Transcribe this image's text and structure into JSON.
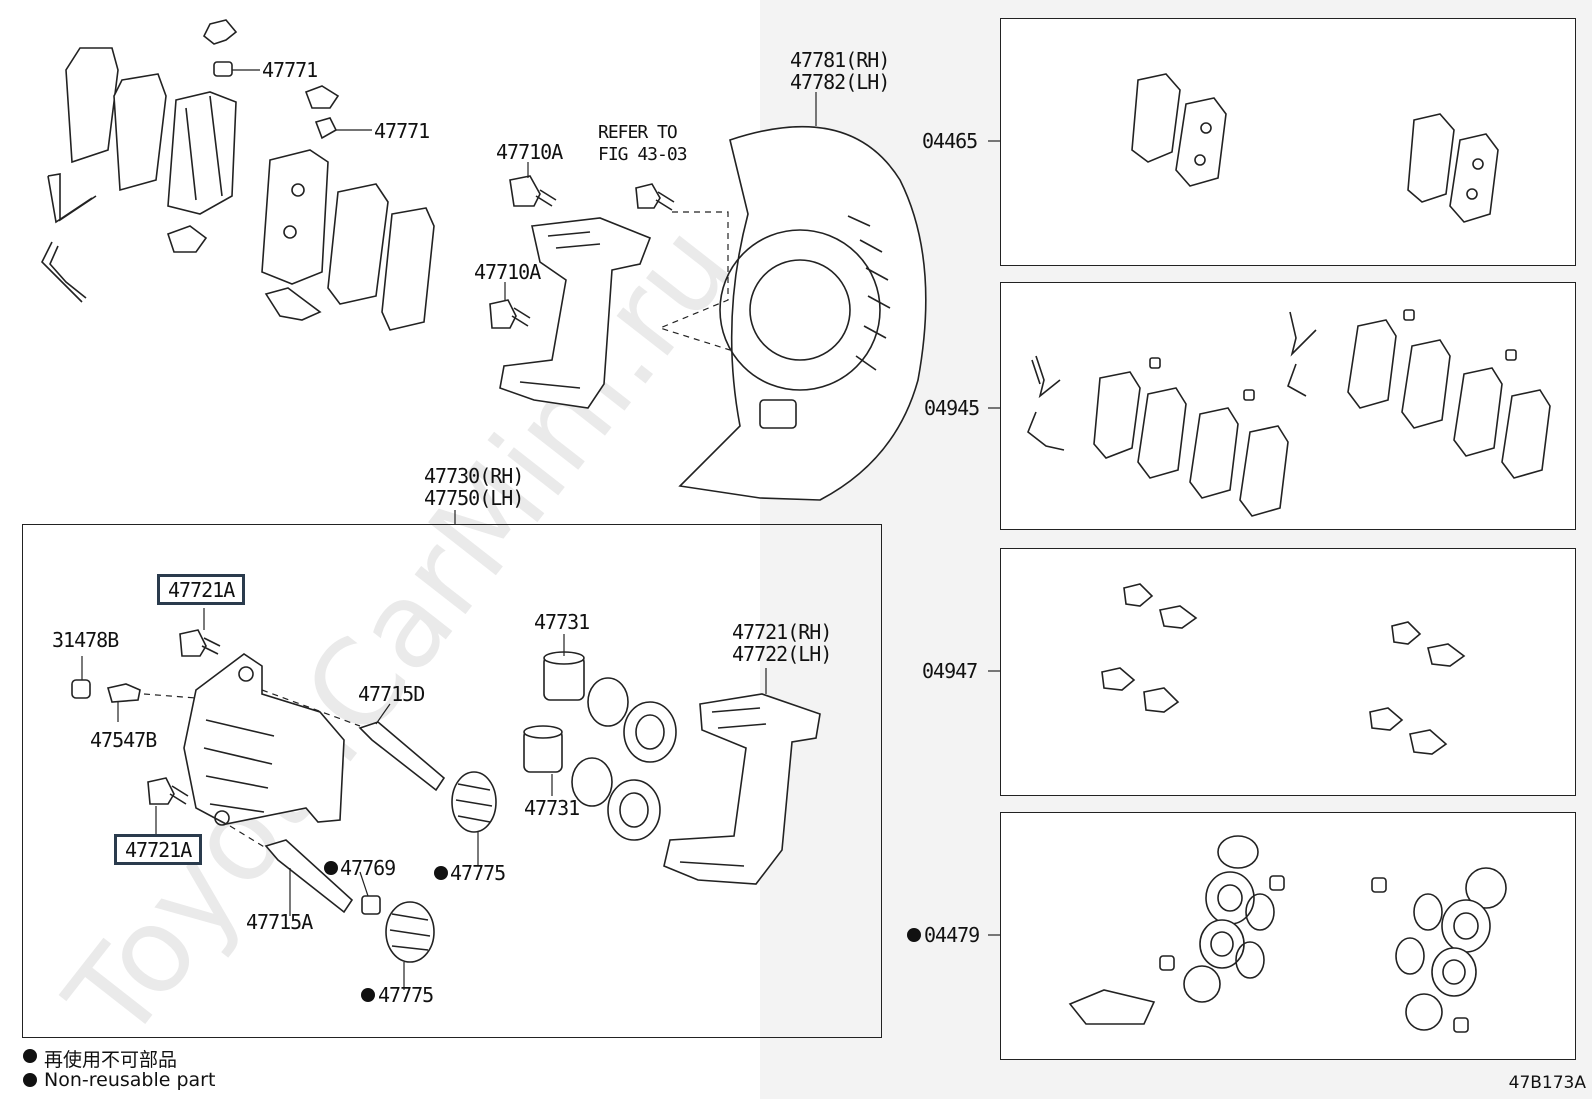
{
  "watermark": "ToyotaCarMini.ru",
  "labels": {
    "p47771a": "47771",
    "p47771b": "47771",
    "p47710a_top": "47710A",
    "p47710a_mid": "47710A",
    "refer_to": "REFER TO",
    "fig_ref": "FIG 43-03",
    "p47781": "47781(RH)",
    "p47782": "47782(LH)",
    "p47730": "47730(RH)",
    "p47750": "47750(LH)",
    "p47721a_top": "47721A",
    "p47721a_bottom": "47721A",
    "p31478b": "31478B",
    "p47547b": "47547B",
    "p47715d": "47715D",
    "p47715a": "47715A",
    "p47731_top": "47731",
    "p47731_bottom": "47731",
    "p47721": "47721(RH)",
    "p47722": "47722(LH)",
    "p47769": "47769",
    "p47775_mid": "47775",
    "p47775_bottom": "47775",
    "kit04465": "04465",
    "kit04945": "04945",
    "kit04947": "04947",
    "kit04479": "04479"
  },
  "legend": {
    "line_ja": "再使用不可部品",
    "line_en": "Non-reusable part"
  },
  "figure_code": "47B173A"
}
